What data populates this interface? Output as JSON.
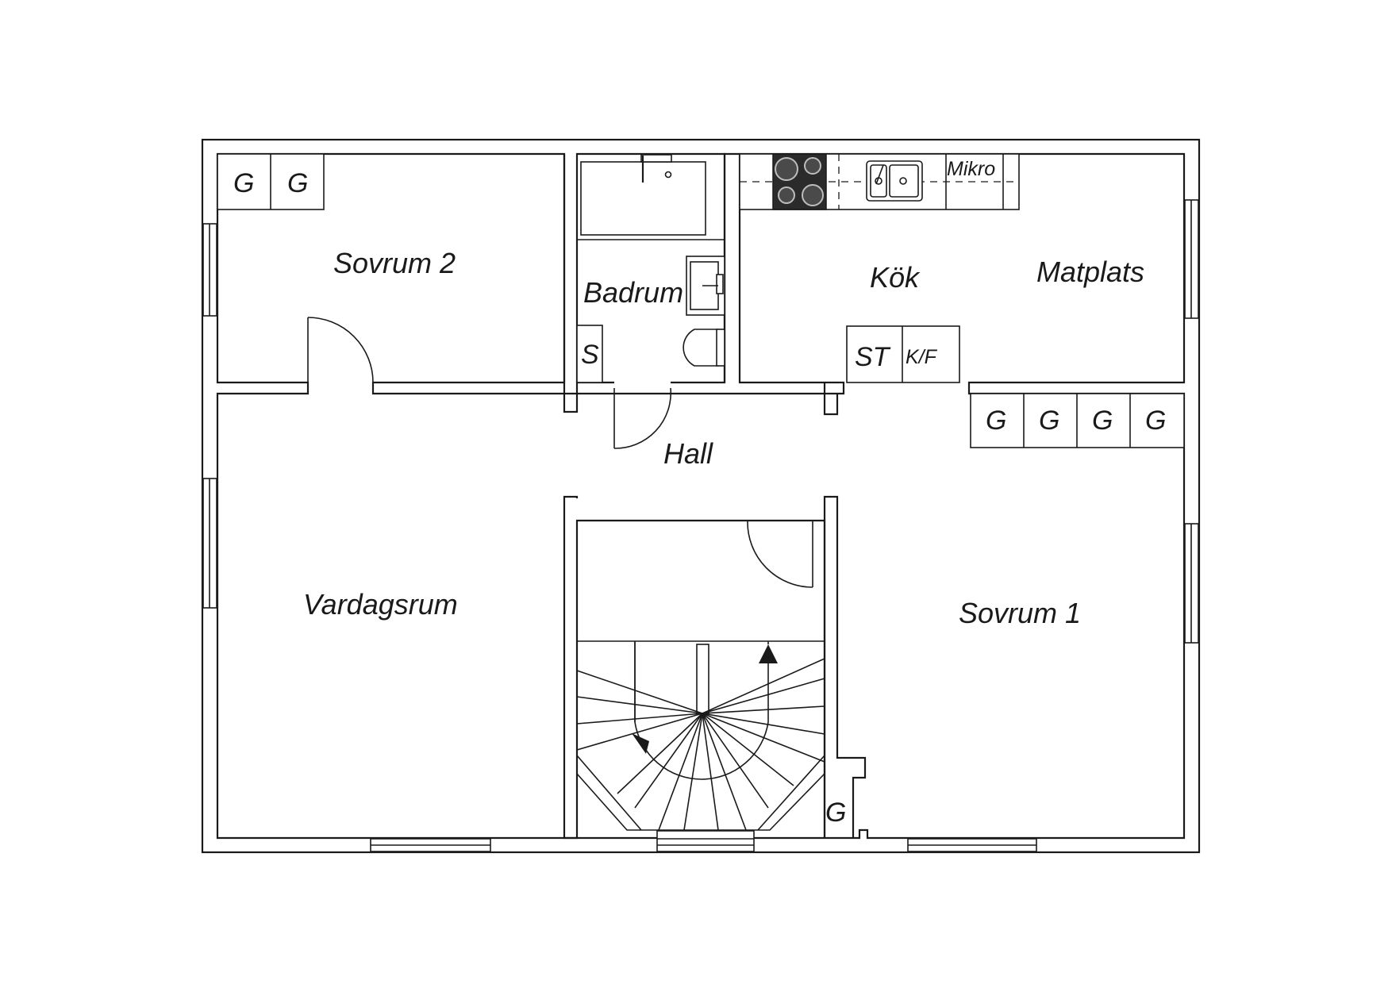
{
  "rooms": {
    "sovrum2": "Sovrum 2",
    "badrum": "Badrum",
    "kok": "Kök",
    "matplats": "Matplats",
    "hall": "Hall",
    "vardagsrum": "Vardagsrum",
    "sovrum1": "Sovrum 1"
  },
  "fixtures": {
    "wardrobe": "G",
    "shower": "S",
    "storage": "ST",
    "fridge_freezer": "K/F",
    "microwave": "Mikro"
  }
}
